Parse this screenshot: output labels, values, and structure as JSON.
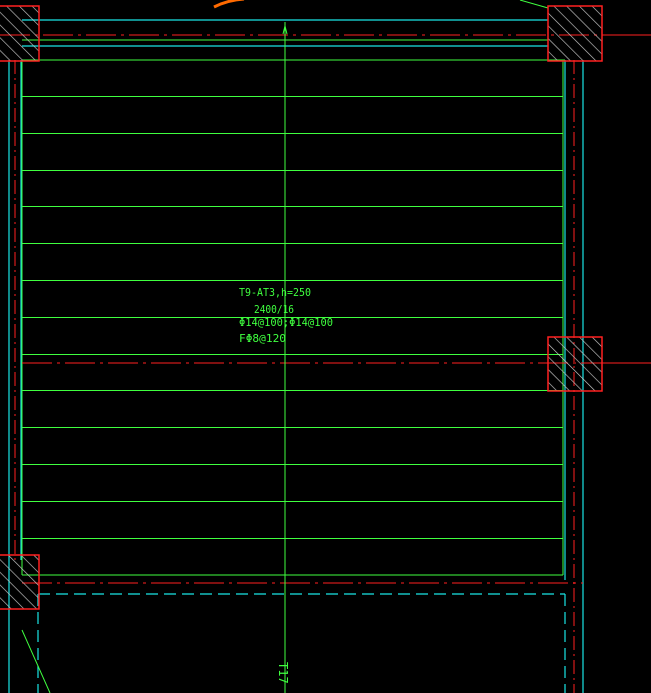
{
  "drawing": {
    "annotation": {
      "line1": "T9-AT3,h=250",
      "line2": "2400/16",
      "line3": "Φ14@100;Φ14@100",
      "line4": "FΦ8@120"
    },
    "section_label": "T17"
  },
  "colors": {
    "background": "#000000",
    "green": "#3fff3f",
    "cyan": "#19e6e6",
    "red": "#ff2020",
    "orange": "#ff6a00",
    "hatch": "#c8c8c8"
  }
}
